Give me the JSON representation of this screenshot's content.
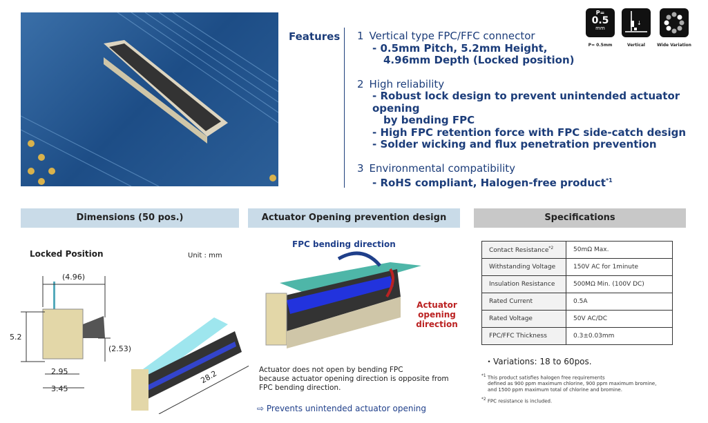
{
  "features": {
    "label": "Features",
    "groups": [
      {
        "num": "1",
        "title": "Vertical type FPC/FFC connector",
        "items": [
          "- 0.5mm Pitch, 5.2mm Height,",
          "4.96mm Depth (Locked position)"
        ]
      },
      {
        "num": "2",
        "title": "High reliability",
        "items": [
          "- Robust lock design to prevent unintended actuator opening",
          "by bending FPC",
          "- High FPC retention force with FPC side-catch design",
          "- Solder wicking and flux penetration prevention"
        ]
      },
      {
        "num": "3",
        "title": "Environmental compatibility",
        "items": [
          "- RoHS compliant, Halogen-free product"
        ],
        "sup": "*1"
      }
    ]
  },
  "icons": [
    {
      "top": "P=",
      "value": "0.5",
      "unit": "mm",
      "caption": "P= 0.5mm"
    },
    {
      "caption": "Vertical"
    },
    {
      "caption": "Wide Variation"
    }
  ],
  "sections": {
    "dimensions": "Dimensions (50 pos.)",
    "actuator": "Actuator Opening prevention design",
    "specs": "Specifications"
  },
  "dimensions": {
    "locked": "Locked Position",
    "unit": "Unit : mm",
    "d1": "(4.96)",
    "d2": "5.2",
    "d3": "(2.53)",
    "d4": "2.95",
    "d5": "3.45",
    "d6": "28.2"
  },
  "actuator": {
    "fpc_dir": "FPC bending direction",
    "act_dir_1": "Actuator opening",
    "act_dir_2": "direction",
    "desc1": "Actuator does not open by bending FPC",
    "desc2": "because actuator opening direction is opposite from",
    "desc3": "FPC bending direction.",
    "result": "⇨ Prevents unintended actuator opening"
  },
  "specs": {
    "rows": [
      {
        "name": "Contact Resistance",
        "sup": "*2",
        "value": "50mΩ Max."
      },
      {
        "name": "Withstanding Voltage",
        "value": "150V AC for 1minute"
      },
      {
        "name": "Insulation Resistance",
        "value": "500MΩ Min. (100V DC)"
      },
      {
        "name": "Rated Current",
        "value": "0.5A"
      },
      {
        "name": "Rated Voltage",
        "value": "50V AC/DC"
      },
      {
        "name": "FPC/FFC Thickness",
        "value": "0.3±0.03mm"
      }
    ],
    "variations": "・Variations: 18 to 60pos.",
    "note1_mark": "*1",
    "note1": [
      "This product satisfies halogen free requirements",
      "defined as 900 ppm maximum chlorine, 900 ppm maximum bromine,",
      "and 1500 ppm maximum total of chlorine and bromine."
    ],
    "note2_mark": "*2",
    "note2": "FPC resistance is included."
  }
}
